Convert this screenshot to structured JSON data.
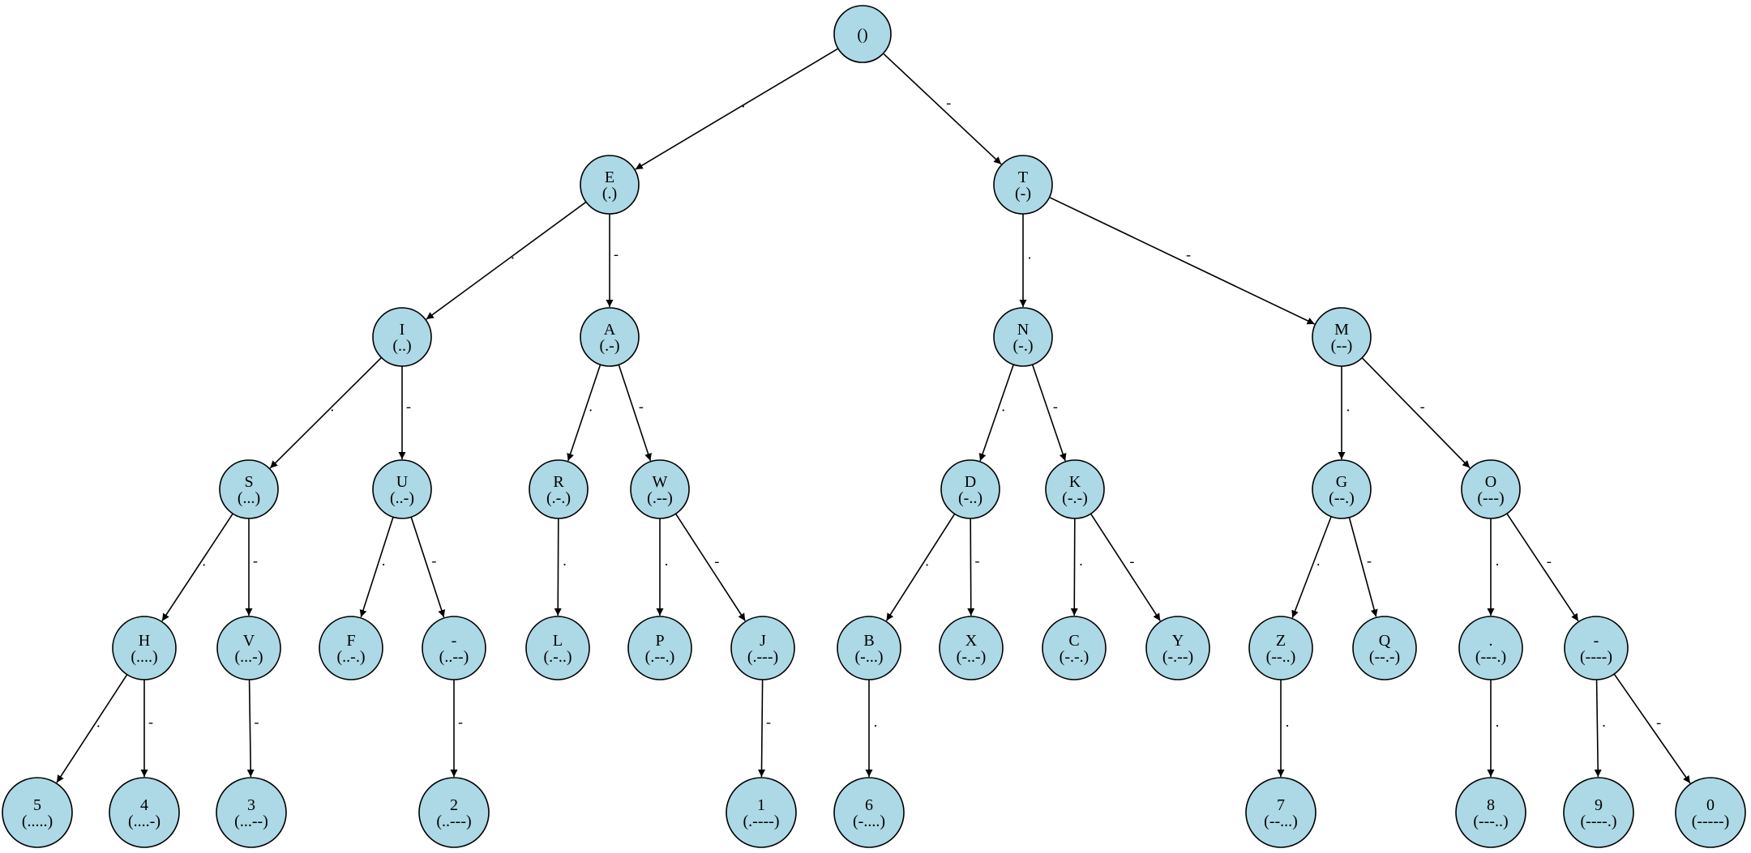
{
  "diagram": {
    "nodes": [
      {
        "id": "root",
        "label": "",
        "code": "()"
      },
      {
        "id": "E",
        "label": "E",
        "code": "(.)"
      },
      {
        "id": "T",
        "label": "T",
        "code": "(-)"
      },
      {
        "id": "I",
        "label": "I",
        "code": "(..)"
      },
      {
        "id": "A",
        "label": "A",
        "code": "(.-)"
      },
      {
        "id": "N",
        "label": "N",
        "code": "(-.)"
      },
      {
        "id": "M",
        "label": "M",
        "code": "(--)"
      },
      {
        "id": "S",
        "label": "S",
        "code": "(...)"
      },
      {
        "id": "U",
        "label": "U",
        "code": "(..-)"
      },
      {
        "id": "R",
        "label": "R",
        "code": "(.-.)"
      },
      {
        "id": "W",
        "label": "W",
        "code": "(.--)"
      },
      {
        "id": "D",
        "label": "D",
        "code": "(-..)"
      },
      {
        "id": "K",
        "label": "K",
        "code": "(-.-)"
      },
      {
        "id": "G",
        "label": "G",
        "code": "(--.)"
      },
      {
        "id": "O",
        "label": "O",
        "code": "(---)"
      },
      {
        "id": "H",
        "label": "H",
        "code": "(....)"
      },
      {
        "id": "V",
        "label": "V",
        "code": "(...-)"
      },
      {
        "id": "F",
        "label": "F",
        "code": "(..-.)"
      },
      {
        "id": "UDD",
        "label": "-",
        "code": "(..--)"
      },
      {
        "id": "L",
        "label": "L",
        "code": "(.-..)"
      },
      {
        "id": "P",
        "label": "P",
        "code": "(.--.)"
      },
      {
        "id": "J",
        "label": "J",
        "code": "(.---)"
      },
      {
        "id": "B",
        "label": "B",
        "code": "(-...)"
      },
      {
        "id": "X",
        "label": "X",
        "code": "(-..-)"
      },
      {
        "id": "C",
        "label": "C",
        "code": "(-.-.)"
      },
      {
        "id": "Y",
        "label": "Y",
        "code": "(-.--)"
      },
      {
        "id": "Z",
        "label": "Z",
        "code": "(--..)"
      },
      {
        "id": "Q",
        "label": "Q",
        "code": "(--.-)"
      },
      {
        "id": "ODOT",
        "label": ".",
        "code": "(---.)"
      },
      {
        "id": "ODASH",
        "label": "-",
        "code": "(----)"
      },
      {
        "id": "5",
        "label": "5",
        "code": "(.....)"
      },
      {
        "id": "4",
        "label": "4",
        "code": "(....-)"
      },
      {
        "id": "3",
        "label": "3",
        "code": "(...--)"
      },
      {
        "id": "2",
        "label": "2",
        "code": "(..---)"
      },
      {
        "id": "1",
        "label": "1",
        "code": "(.----)"
      },
      {
        "id": "6",
        "label": "6",
        "code": "(-....)"
      },
      {
        "id": "7",
        "label": "7",
        "code": "(--...)"
      },
      {
        "id": "8",
        "label": "8",
        "code": "(---..)"
      },
      {
        "id": "9",
        "label": "9",
        "code": "(----.)"
      },
      {
        "id": "0",
        "label": "0",
        "code": "(-----)"
      }
    ],
    "edges": [
      {
        "from": "root",
        "to": "E",
        "label": "."
      },
      {
        "from": "root",
        "to": "T",
        "label": "-"
      },
      {
        "from": "E",
        "to": "I",
        "label": "."
      },
      {
        "from": "E",
        "to": "A",
        "label": "-"
      },
      {
        "from": "T",
        "to": "N",
        "label": "."
      },
      {
        "from": "T",
        "to": "M",
        "label": "-"
      },
      {
        "from": "I",
        "to": "S",
        "label": "."
      },
      {
        "from": "I",
        "to": "U",
        "label": "-"
      },
      {
        "from": "A",
        "to": "R",
        "label": "."
      },
      {
        "from": "A",
        "to": "W",
        "label": "-"
      },
      {
        "from": "N",
        "to": "D",
        "label": "."
      },
      {
        "from": "N",
        "to": "K",
        "label": "-"
      },
      {
        "from": "M",
        "to": "G",
        "label": "."
      },
      {
        "from": "M",
        "to": "O",
        "label": "-"
      },
      {
        "from": "S",
        "to": "H",
        "label": "."
      },
      {
        "from": "S",
        "to": "V",
        "label": "-"
      },
      {
        "from": "U",
        "to": "F",
        "label": "."
      },
      {
        "from": "U",
        "to": "UDD",
        "label": "-"
      },
      {
        "from": "R",
        "to": "L",
        "label": "."
      },
      {
        "from": "W",
        "to": "P",
        "label": "."
      },
      {
        "from": "W",
        "to": "J",
        "label": "-"
      },
      {
        "from": "D",
        "to": "B",
        "label": "."
      },
      {
        "from": "D",
        "to": "X",
        "label": "-"
      },
      {
        "from": "K",
        "to": "C",
        "label": "."
      },
      {
        "from": "K",
        "to": "Y",
        "label": "-"
      },
      {
        "from": "G",
        "to": "Z",
        "label": "."
      },
      {
        "from": "G",
        "to": "Q",
        "label": "-"
      },
      {
        "from": "O",
        "to": "ODOT",
        "label": "."
      },
      {
        "from": "O",
        "to": "ODASH",
        "label": "-"
      },
      {
        "from": "H",
        "to": "5",
        "label": "."
      },
      {
        "from": "H",
        "to": "4",
        "label": "-"
      },
      {
        "from": "V",
        "to": "3",
        "label": "-"
      },
      {
        "from": "UDD",
        "to": "2",
        "label": "-"
      },
      {
        "from": "J",
        "to": "1",
        "label": "-"
      },
      {
        "from": "B",
        "to": "6",
        "label": "."
      },
      {
        "from": "Z",
        "to": "7",
        "label": "."
      },
      {
        "from": "ODOT",
        "to": "8",
        "label": "."
      },
      {
        "from": "ODASH",
        "to": "9",
        "label": "."
      },
      {
        "from": "ODASH",
        "to": "0",
        "label": "-"
      }
    ]
  }
}
